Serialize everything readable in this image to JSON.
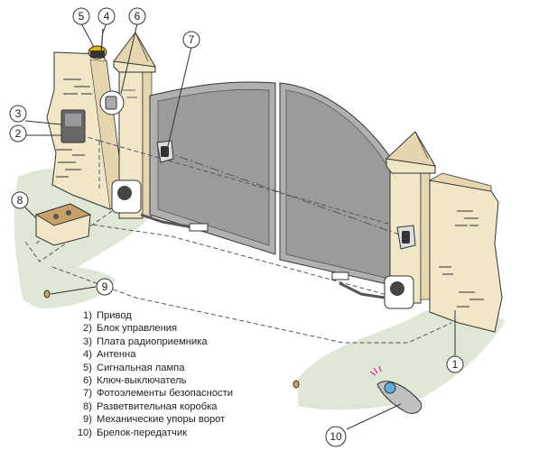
{
  "callouts": {
    "c1": "1",
    "c2": "2",
    "c3": "3",
    "c4": "4",
    "c5": "5",
    "c6": "6",
    "c7": "7",
    "c8": "8",
    "c9": "9",
    "c10": "10"
  },
  "legend": [
    {
      "num": "1)",
      "text": "Привод"
    },
    {
      "num": "2)",
      "text": "Блок управления"
    },
    {
      "num": "3)",
      "text": "Плата радиоприемника"
    },
    {
      "num": "4)",
      "text": "Антенна"
    },
    {
      "num": "5)",
      "text": "Сигнальная лампа"
    },
    {
      "num": "6)",
      "text": "Ключ-выключатель"
    },
    {
      "num": "7)",
      "text": "Фотоэлементы безопасности"
    },
    {
      "num": "8)",
      "text": "Разветвительная коробка"
    },
    {
      "num": "9)",
      "text": "Механические упоры ворот"
    },
    {
      "num": "10)",
      "text": "Брелок-передатчик"
    }
  ],
  "colors": {
    "ground": "#dfe7d6",
    "brick": "#f2e6c8",
    "brick_shadow": "#e6d6af",
    "gate_panel": "#b0b0b0",
    "gate_frame": "#9b9b9b",
    "outline": "#333333",
    "cable": "#555555"
  }
}
